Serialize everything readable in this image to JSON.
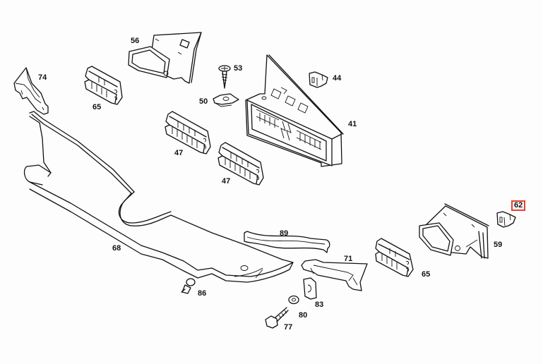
{
  "diagram": {
    "type": "exploded parts diagram",
    "highlight_color": "#e8402a",
    "highlighted_part": "62",
    "parts": [
      {
        "id": "part-56",
        "label": "56",
        "description": "air vent outlet (left)"
      },
      {
        "id": "part-53",
        "label": "53",
        "description": "screw"
      },
      {
        "id": "part-50",
        "label": "50",
        "description": "clip nut"
      },
      {
        "id": "part-44",
        "label": "44",
        "description": "clip"
      },
      {
        "id": "part-41",
        "label": "41",
        "description": "center vent / switch panel"
      },
      {
        "id": "part-74",
        "label": "74",
        "description": "side bracket"
      },
      {
        "id": "part-65a",
        "label": "65",
        "description": "vent louver (upper left)"
      },
      {
        "id": "part-47a",
        "label": "47",
        "description": "vent louver"
      },
      {
        "id": "part-47b",
        "label": "47",
        "description": "vent louver"
      },
      {
        "id": "part-68",
        "label": "68",
        "description": "dashboard trim panel"
      },
      {
        "id": "part-89",
        "label": "89",
        "description": "seal strip"
      },
      {
        "id": "part-71",
        "label": "71",
        "description": "bracket"
      },
      {
        "id": "part-86",
        "label": "86",
        "description": "expansion rivet"
      },
      {
        "id": "part-83",
        "label": "83",
        "description": "clip nut"
      },
      {
        "id": "part-80",
        "label": "80",
        "description": "washer"
      },
      {
        "id": "part-77",
        "label": "77",
        "description": "screw"
      },
      {
        "id": "part-65b",
        "label": "65",
        "description": "vent louver (lower right)"
      },
      {
        "id": "part-59",
        "label": "59",
        "description": "air vent outlet (right)"
      },
      {
        "id": "part-62",
        "label": "62",
        "description": "clip"
      }
    ]
  }
}
